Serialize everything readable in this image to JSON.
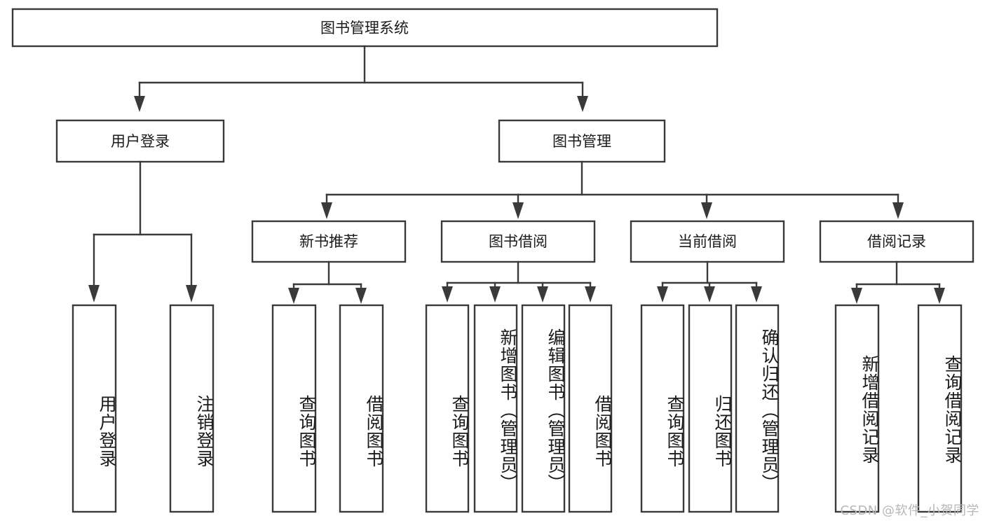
{
  "diagram": {
    "title": "图书管理系统",
    "type": "tree",
    "watermark": "CSDN @软件_小贺同学",
    "colors": {
      "box_stroke": "#3a3a3a",
      "box_fill": "#ffffff",
      "text": "#1a1a1a",
      "watermark": "#b7b7b7",
      "background": "#ffffff"
    },
    "nodes": {
      "root": {
        "label": "图书管理系统",
        "level": 1
      },
      "user_login": {
        "label": "用户登录",
        "level": 2
      },
      "book_manage": {
        "label": "图书管理",
        "level": 2
      },
      "new_book_rec": {
        "label": "新书推荐",
        "level": 3
      },
      "book_borrow": {
        "label": "图书借阅",
        "level": 3
      },
      "current_borrow": {
        "label": "当前借阅",
        "level": 3
      },
      "borrow_record": {
        "label": "借阅记录",
        "level": 3
      },
      "leaf_user_login": {
        "label": "用户登录",
        "level": 4
      },
      "leaf_logout": {
        "label": "注销登录",
        "level": 4
      },
      "leaf_query_book_1": {
        "label": "查询图书",
        "level": 4
      },
      "leaf_borrow_book_1": {
        "label": "借阅图书",
        "level": 4
      },
      "leaf_query_book_2": {
        "label": "查询图书",
        "level": 4
      },
      "leaf_add_book": {
        "label": "新增图书（管理员）",
        "level": 4
      },
      "leaf_edit_book": {
        "label": "编辑图书（管理员）",
        "level": 4
      },
      "leaf_borrow_book_2": {
        "label": "借阅图书",
        "level": 4
      },
      "leaf_query_book_3": {
        "label": "查询图书",
        "level": 4
      },
      "leaf_return_book": {
        "label": "归还图书",
        "level": 4
      },
      "leaf_confirm_return": {
        "label": "确认归还（管理员）",
        "level": 4
      },
      "leaf_add_record": {
        "label": "新增借阅记录",
        "level": 4
      },
      "leaf_query_record": {
        "label": "查询借阅记录",
        "level": 4
      }
    }
  }
}
